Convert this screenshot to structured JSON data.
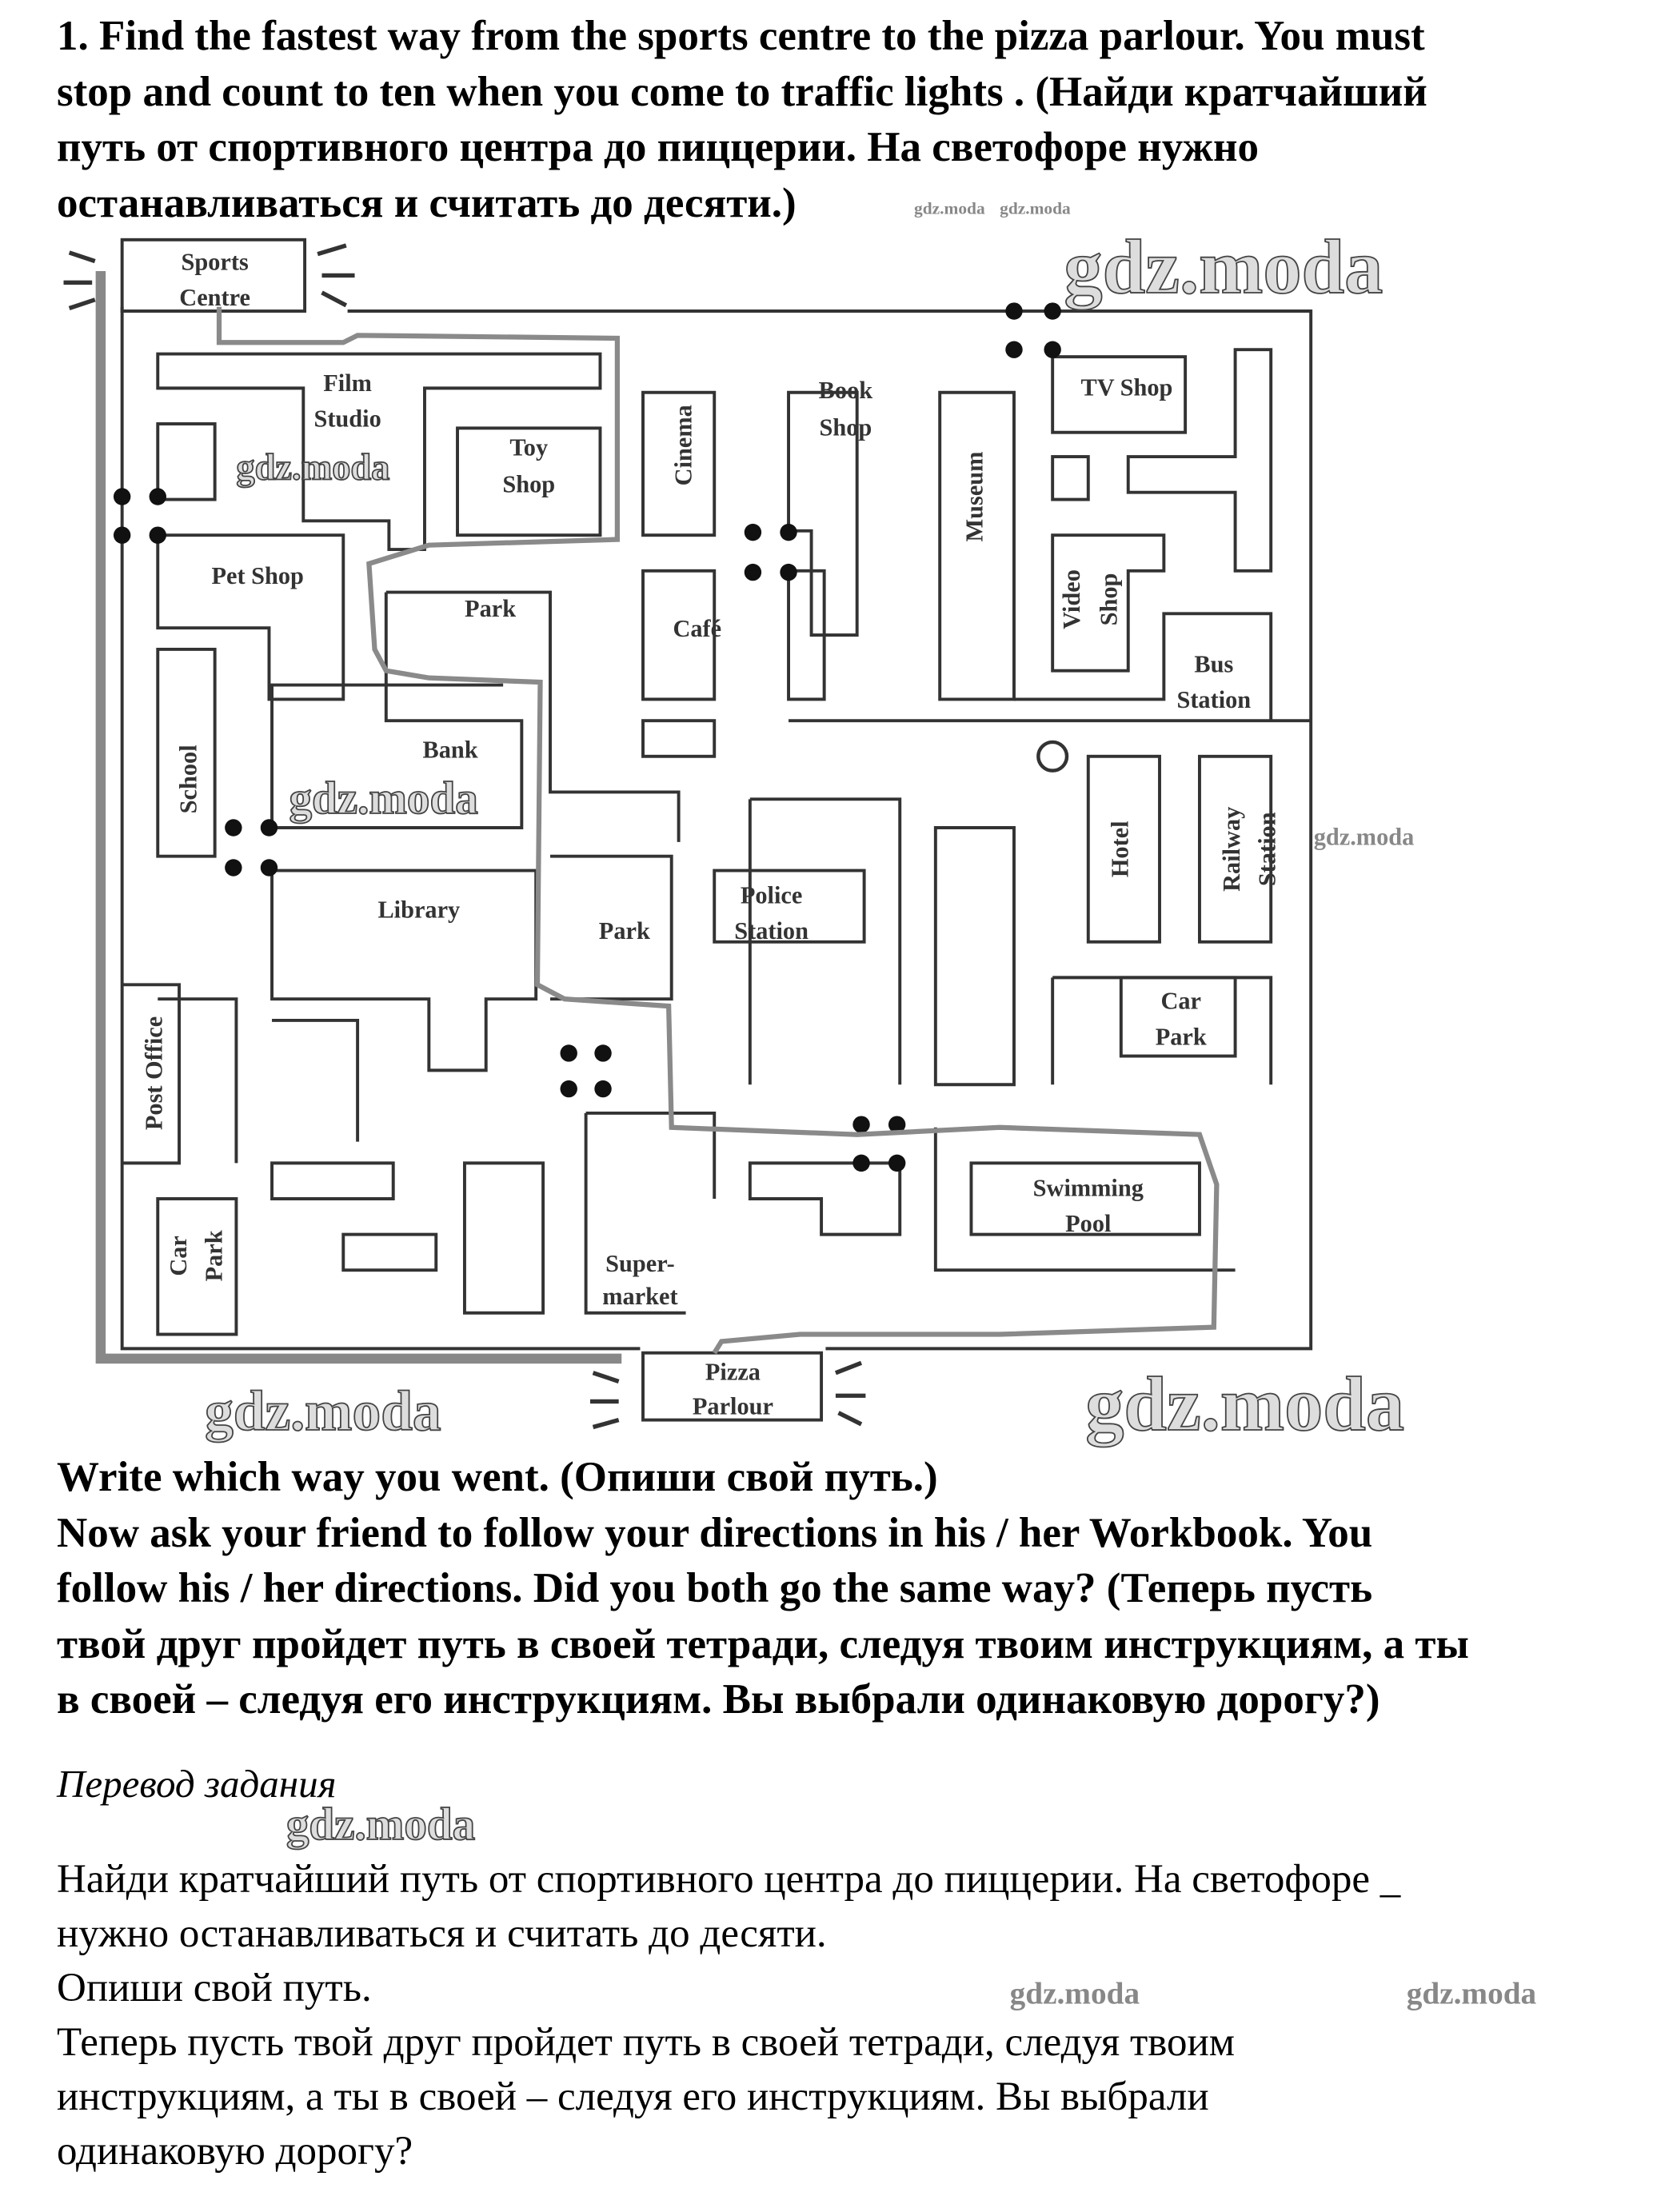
{
  "task": {
    "lines": [
      "1. Find the fastest way from the sports centre to the pizza parlour. You must",
      "stop and count to ten when you come to traffic lights . (Найди кратчайший",
      "путь от спортивного центра до пиццерии. На светофоре нужно",
      "останавливаться и считать до десяти.)"
    ]
  },
  "map": {
    "labels": {
      "sports_1": "Sports",
      "sports_2": "Centre",
      "film_1": "Film",
      "film_2": "Studio",
      "toy_1": "Toy",
      "toy_2": "Shop",
      "cinema": "Cinema",
      "book_1": "Book",
      "book_2": "Shop",
      "museum": "Museum",
      "tv": "TV Shop",
      "pet": "Pet Shop",
      "park_1": "Park",
      "cafe": "Café",
      "video_1": "Video",
      "video_2": "Shop",
      "bus_1": "Bus",
      "bus_2": "Station",
      "school": "School",
      "bank": "Bank",
      "library": "Library",
      "park_2": "Park",
      "police_1": "Police",
      "police_2": "Station",
      "hotel": "Hotel",
      "railway_1": "Railway",
      "railway_2": "Station",
      "carpark_1": "Car",
      "carpark_2": "Park",
      "post": "Post Office",
      "carpark2_1": "Car",
      "carpark2_2": "Park",
      "pool_1": "Swimming",
      "pool_2": "Pool",
      "super_1": "Super-",
      "super_2": "market",
      "pizza_1": "Pizza",
      "pizza_2": "Parlour"
    },
    "colors": {
      "route": "#8a8a8a",
      "walls": "#333333"
    }
  },
  "instructions": {
    "lines": [
      "Write which way you went. (Опиши свой путь.)",
      "Now ask your friend to follow your directions in his / her Workbook. You",
      "follow his / her directions. Did you both go the same way? (Теперь пусть",
      "твой друг пройдет путь в своей тетради, следуя твоим инструкциям, а ты",
      "в своей – следуя его инструкциям. Вы выбрали одинаковую дорогу?)"
    ]
  },
  "translation": {
    "heading": "Перевод задания",
    "lines": [
      "Найди кратчайший путь от спортивного центра до пиццерии. На светофоре _",
      "нужно останавливаться и считать до десяти.",
      "Опиши свой путь.",
      "Теперь пусть твой друг пройдет путь в своей тетради, следуя твоим",
      "инструкциям, а ты в своей – следуя его инструкциям. Вы выбрали",
      "одинаковую дорогу?"
    ]
  },
  "watermark": "gdz.moda"
}
